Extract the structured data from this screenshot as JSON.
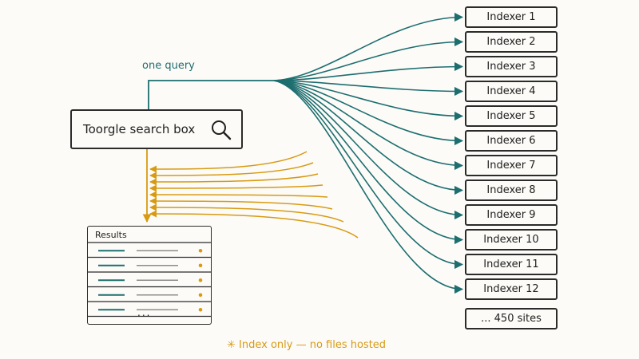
{
  "search_box": {
    "label": "Toorgle search box",
    "icon": "magnifier-icon"
  },
  "query_label": "one query",
  "indexers": [
    "Indexer 1",
    "Indexer 2",
    "Indexer 3",
    "Indexer 4",
    "Indexer 5",
    "Indexer 6",
    "Indexer 7",
    "Indexer 8",
    "Indexer 9",
    "Indexer 10",
    "Indexer 11",
    "Indexer 12"
  ],
  "more_sites": "... 450 sites",
  "results": {
    "title": "Results",
    "row_count": 5,
    "ellipsis": "..."
  },
  "footnote": "✳ Index only — no files hosted",
  "colors": {
    "query_arrow": "#1d6e6f",
    "result_arrow": "#d89a12",
    "box_border": "#2b2b2b",
    "background": "#fcfbf8"
  }
}
